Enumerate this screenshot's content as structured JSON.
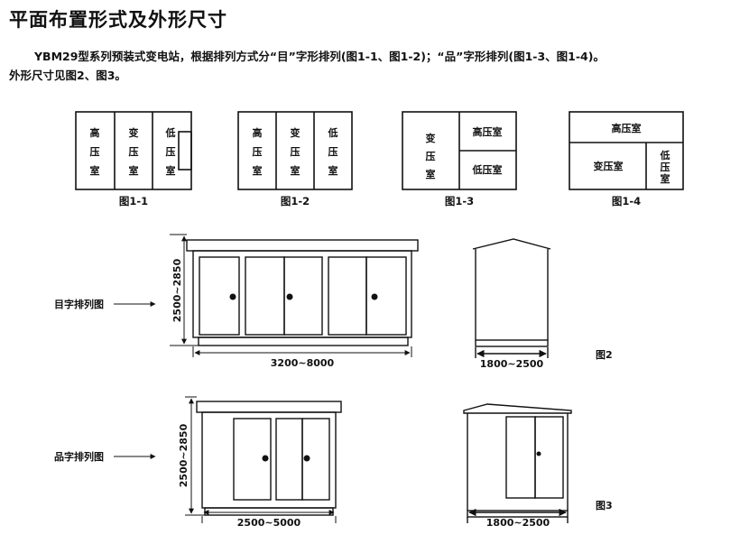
{
  "title": "平面布置形式及外形尺寸",
  "description": {
    "line1": "YBM29型系列预装式变电站，根据排列方式分“目”字形排列(图1-1、图1-2)；“品”字形排列(图1-3、图1-4)。",
    "line2": "外形尺寸见图2、图3。"
  },
  "rooms": {
    "high": "高压室",
    "transformer": "变压室",
    "low": "低压室",
    "high_chars": [
      "高",
      "压",
      "室"
    ],
    "transformer_chars": [
      "变",
      "压",
      "室"
    ],
    "low_chars": [
      "低",
      "压",
      "室"
    ]
  },
  "figures": {
    "fig1_1": "图1-1",
    "fig1_2": "图1-2",
    "fig1_3": "图1-3",
    "fig1_4": "图1-4",
    "fig2": "图2",
    "fig3": "图3"
  },
  "front_views": {
    "mu_label": "目字排列图",
    "pin_label": "品字排列图",
    "height_dim": "2500~2850",
    "mu_width_dim": "3200~8000",
    "pin_width_dim": "2500~5000",
    "side_width_dim": "1800~2500"
  }
}
